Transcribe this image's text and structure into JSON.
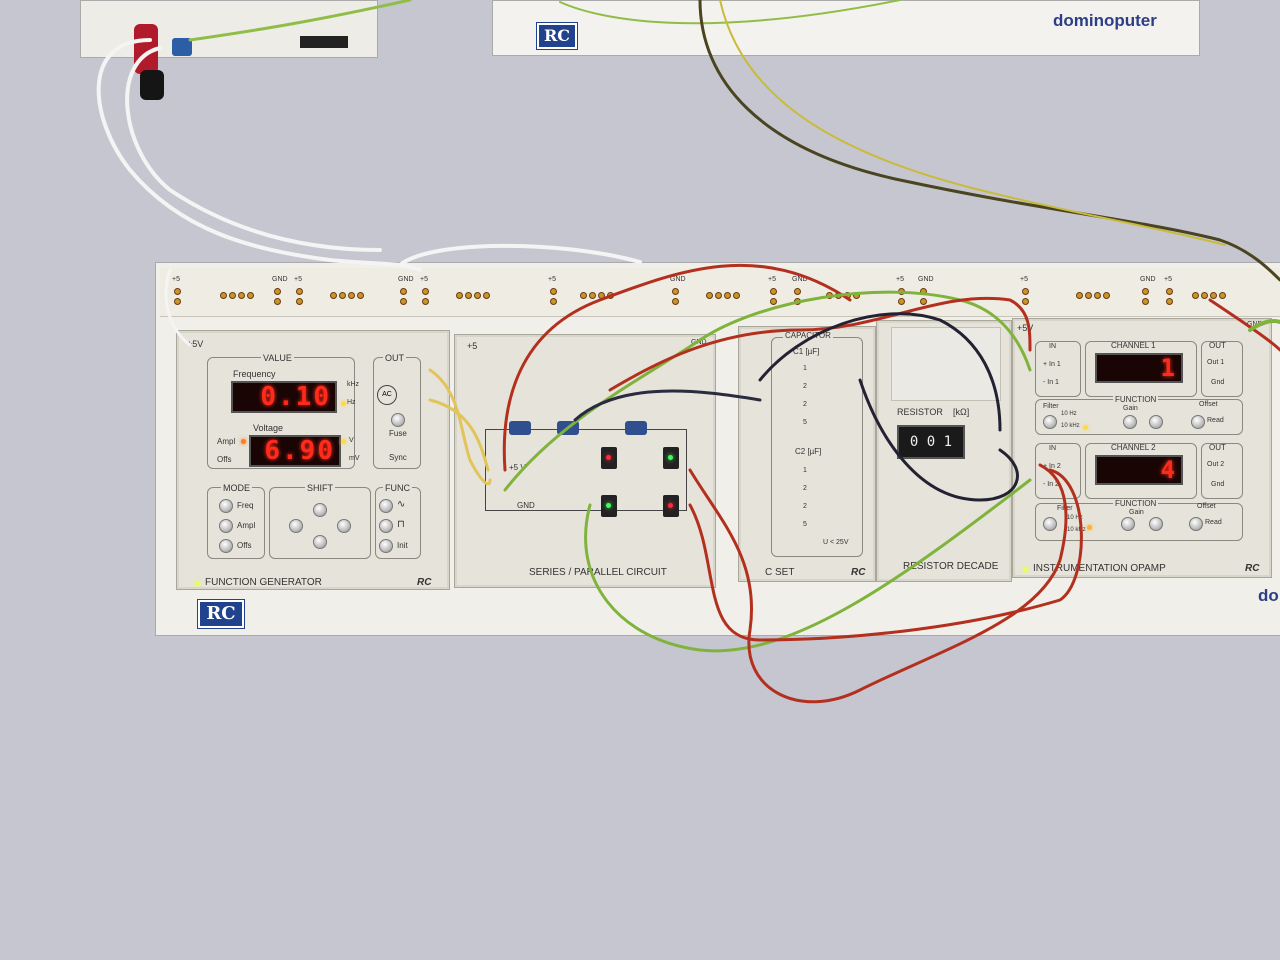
{
  "top_device": {
    "logo": "RC",
    "brand": "dominoputer"
  },
  "rail": {
    "labels": [
      "+5",
      "GND",
      "+5",
      "GND",
      "+5",
      "+5",
      "GND",
      "+5",
      "GND",
      "+5",
      "GND",
      "+5",
      "GND",
      "+5"
    ]
  },
  "function_generator": {
    "supply": "+5V",
    "value_title": "VALUE",
    "frequency_label": "Frequency",
    "frequency_value": "0.10",
    "freq_units": [
      "kHz",
      "Hz"
    ],
    "voltage_label": "Voltage",
    "voltage_value": "6.90",
    "volt_units": [
      "V",
      "mV"
    ],
    "ampl": "Ampl",
    "offs": "Offs",
    "out_title": "OUT",
    "ac": "AC",
    "fuse": "Fuse",
    "sync": "Sync",
    "mode_title": "MODE",
    "mode_items": [
      "Freq",
      "Ampl",
      "Offs"
    ],
    "shift_title": "SHIFT",
    "func_title": "FUNC",
    "func_items": [
      "∿",
      "⊓",
      "Init"
    ],
    "name": "FUNCTION GENERATOR",
    "brand": "RC"
  },
  "series_parallel": {
    "plus": "+5",
    "gnd": "GND",
    "gnd2": "GND",
    "v": "+5 V",
    "name": "SERIES / PARALLEL CIRCUIT"
  },
  "cset": {
    "title": "CAPACITOR",
    "c1": "C1 [µF]",
    "c2": "C2 [µF]",
    "c1_items": [
      "1",
      "2",
      "2",
      "5"
    ],
    "c2_items": [
      "1",
      "2",
      "2",
      "5"
    ],
    "limit": "U < 25V",
    "name": "C SET",
    "brand": "RC"
  },
  "resistor": {
    "title": "RESISTOR",
    "unit": "[kΩ]",
    "digits": "0 0 1",
    "name": "RESISTOR DECADE"
  },
  "opamp": {
    "supply": "+5V",
    "gnd": "GND",
    "ch1_title": "CHANNEL 1",
    "ch1_value": "1",
    "ch2_title": "CHANNEL 2",
    "ch2_value": "4",
    "in": "IN",
    "in_plus1": "+ In 1",
    "in_minus1": "- In 1",
    "in_plus2": "+ In 2",
    "in_minus2": "- In 2",
    "out": "OUT",
    "out1": "Out 1",
    "out2": "Out 2",
    "gnd_out": "Gnd",
    "function": "FUNCTION",
    "filter": "Filter",
    "f1": "10 Hz",
    "f2": "10 kHz",
    "gain": "Gain",
    "offset": "Offset",
    "read": "Read",
    "name": "INSTRUMENTATION OPAMP",
    "brand": "RC"
  },
  "base": {
    "logo": "RC",
    "brand_partial": "do"
  },
  "colors": {
    "wall": "#c6c6d0",
    "panel": "#e6e3da",
    "led_red": "#ff2a1a",
    "logo_blue": "#21438d",
    "wire_red": "#b3301f",
    "wire_green": "#7fb33c",
    "wire_black": "#222233",
    "wire_white": "#f2f2f2",
    "wire_yellow": "#e2c45a"
  }
}
